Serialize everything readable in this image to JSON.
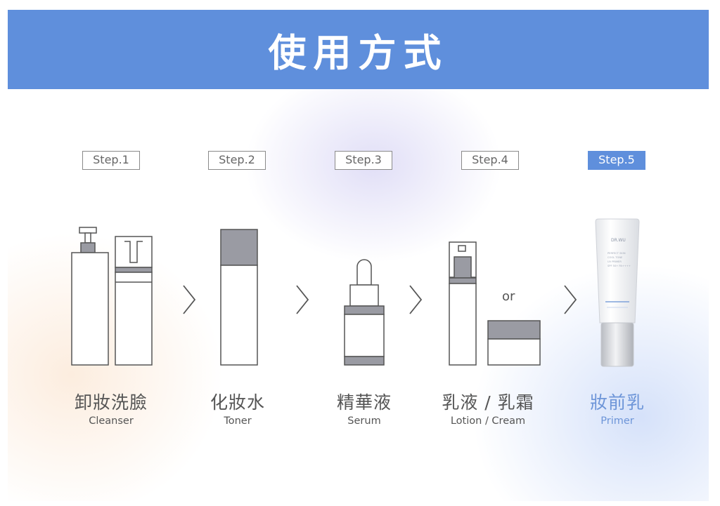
{
  "header": {
    "title": "使用方式"
  },
  "steps": [
    {
      "badge": "Step.1",
      "name_zh": "卸妝洗臉",
      "name_en": "Cleanser",
      "active": false
    },
    {
      "badge": "Step.2",
      "name_zh": "化妝水",
      "name_en": "Toner",
      "active": false
    },
    {
      "badge": "Step.3",
      "name_zh": "精華液",
      "name_en": "Serum",
      "active": false
    },
    {
      "badge": "Step.4",
      "name_zh": "乳液 / 乳霜",
      "name_en": "Lotion / Cream",
      "active": false
    },
    {
      "badge": "Step.5",
      "name_zh": "妝前乳",
      "name_en": "Primer",
      "active": true
    }
  ],
  "or_label": "or",
  "primer_tube": {
    "brand": "DR.WU",
    "lines": [
      "PERFECT SKIN",
      "COOL TONE",
      "UV PRIMER",
      "SPF 50+ PA++++"
    ]
  },
  "colors": {
    "header_bg": "#5f8fdc",
    "accent": "#6d95d8",
    "cap_gray": "#9a9ba3",
    "outline": "#555555"
  }
}
